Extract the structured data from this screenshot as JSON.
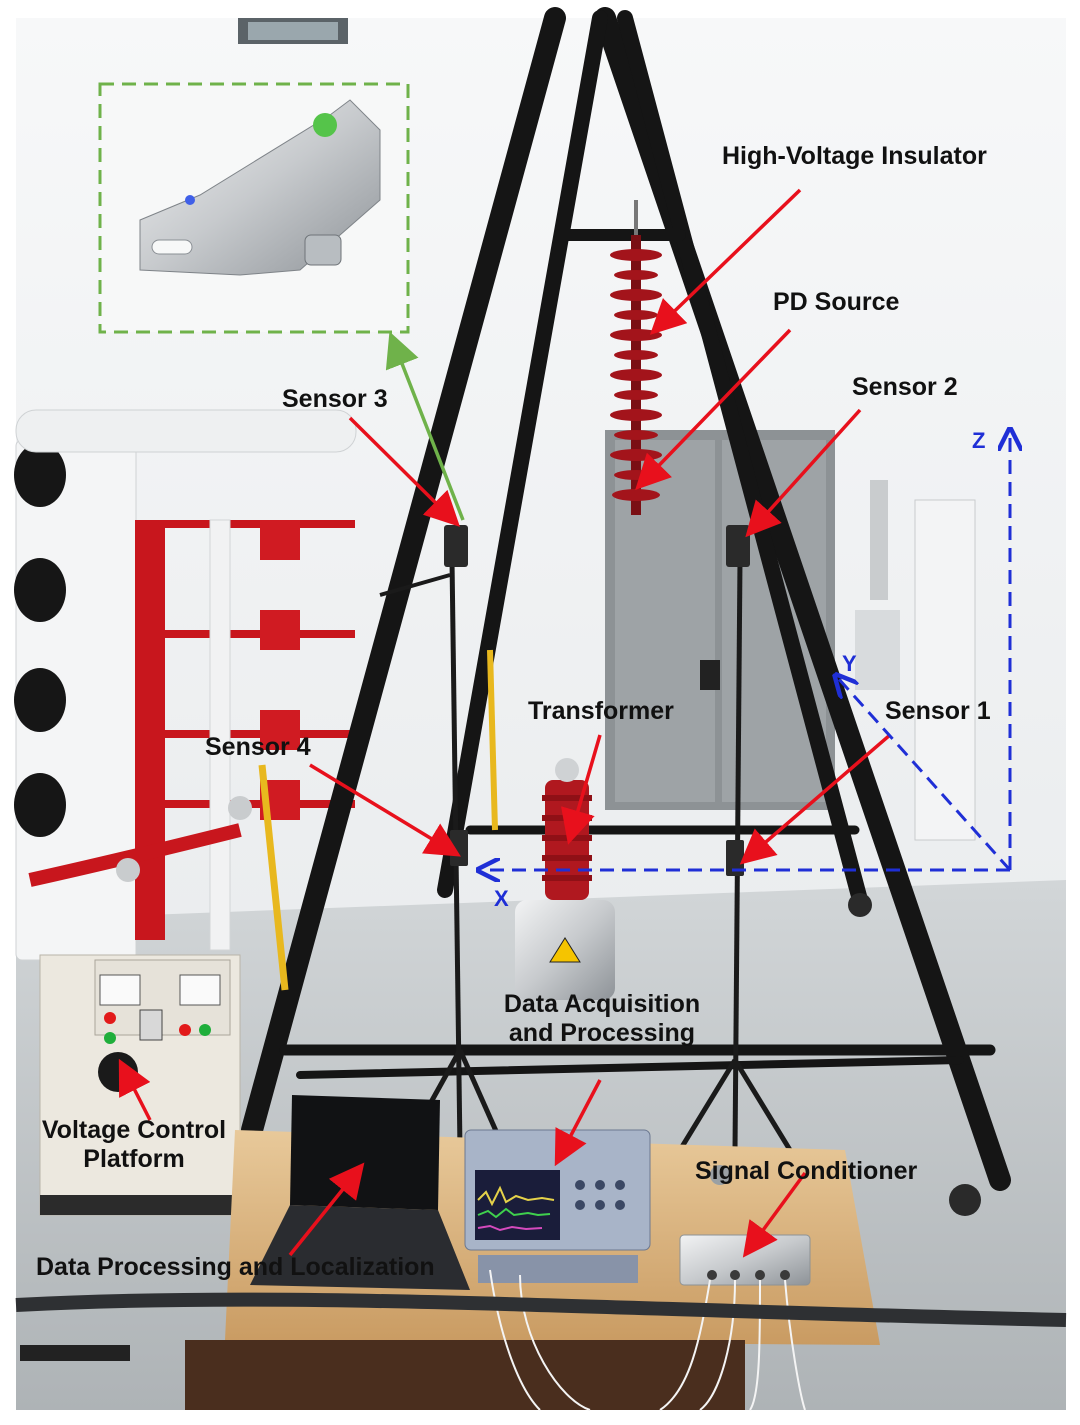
{
  "labels": {
    "insulator": "High-Voltage Insulator",
    "pd_source": "PD Source",
    "sensor_1": "Sensor 1",
    "sensor_2": "Sensor 2",
    "sensor_3": "Sensor 3",
    "sensor_4": "Sensor 4",
    "transformer": "Transformer",
    "daq_line1": "Data Acquisition",
    "daq_line2": "and Processing",
    "voltage_line1": "Voltage Control",
    "voltage_line2": "Platform",
    "signal_conditioner": "Signal Conditioner",
    "laptop": "Data Processing and Localization"
  },
  "axes": {
    "x": "X",
    "y": "Y",
    "z": "Z"
  },
  "colors": {
    "arrow": "#e8101c",
    "inset_arrow": "#6fb24a",
    "inset_border": "#6fb24a",
    "axis": "#1f2fd6",
    "frame": "#151515",
    "wall": "#eef0f1",
    "floor": "#c4c8cb"
  }
}
